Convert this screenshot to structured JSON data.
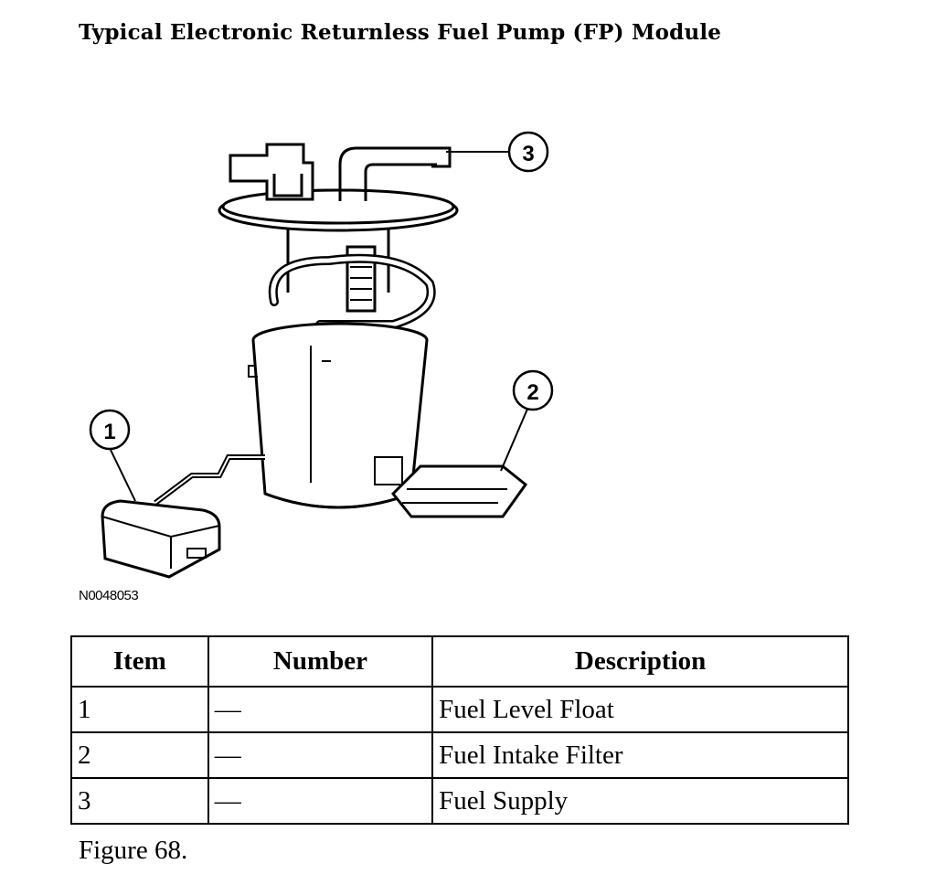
{
  "title": "Typical Electronic Returnless Fuel Pump (FP) Module",
  "illustration": {
    "callouts": [
      "1",
      "2",
      "3"
    ],
    "code": "N0048053"
  },
  "table": {
    "headers": [
      "Item",
      "Number",
      "Description"
    ],
    "rows": [
      [
        "1",
        "—",
        "Fuel Level Float"
      ],
      [
        "2",
        "—",
        "Fuel Intake Filter"
      ],
      [
        "3",
        "—",
        "Fuel Supply"
      ]
    ]
  },
  "caption": "Figure 68."
}
